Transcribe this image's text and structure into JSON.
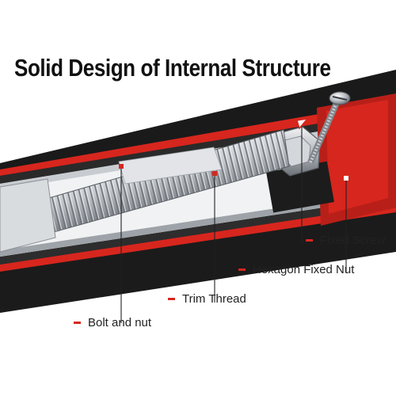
{
  "title": "Solid Design of Internal Structure",
  "callouts": {
    "fixed_screw": "Fixed Screw",
    "hexagon_nut": "Hexagon Fixed Nut",
    "trim_thread": "Trim Thread",
    "bolt_and_nut": "Bolt and nut"
  },
  "colors": {
    "accent_red": "#d7261e",
    "foam_black": "#1a1a1a",
    "steel": "#b9bdc2",
    "title_text": "#111111"
  }
}
